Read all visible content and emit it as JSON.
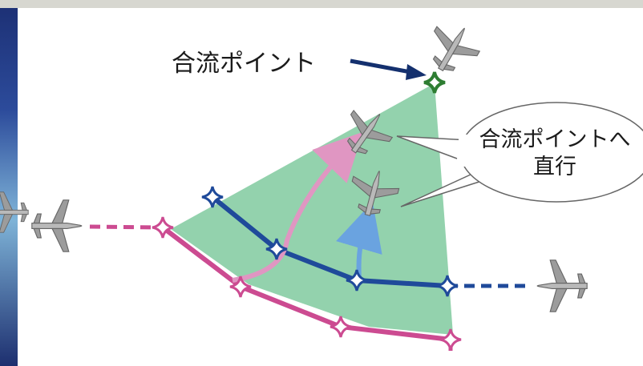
{
  "merge_point_label": "合流ポイント",
  "bubble": {
    "line1": "合流ポイントへ",
    "line2": "直行"
  },
  "colors": {
    "area_fill": "#93d2ad",
    "blue_route": "#1f4a9a",
    "pink_route": "#cc4b91",
    "merge_point": "#2e7d32",
    "direct_pink_arrow": "#e096c2",
    "direct_blue_arrow": "#6aa3e0",
    "label_arrow": "#14306e"
  },
  "icons": [
    "airplane-icon",
    "waypoint-icon",
    "merge-point-icon"
  ]
}
